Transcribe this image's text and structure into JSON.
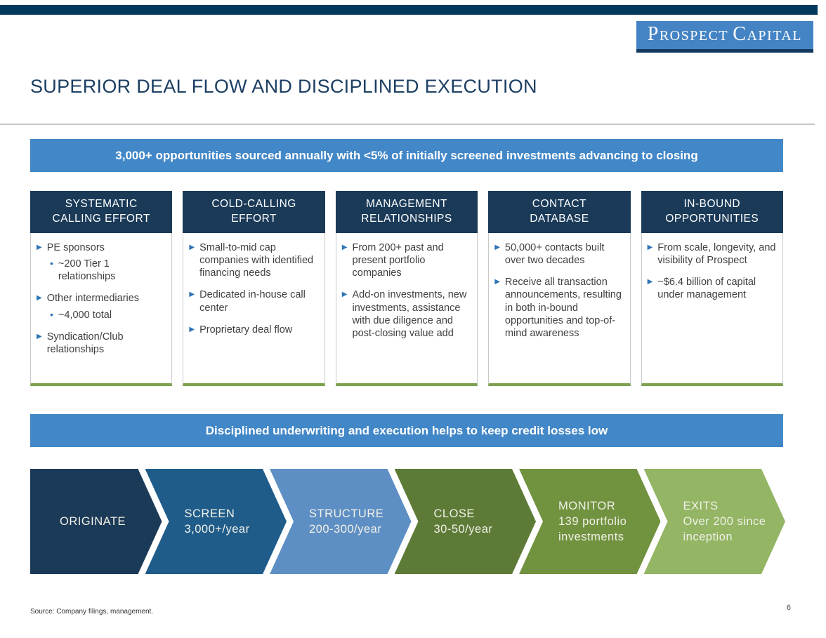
{
  "header": {
    "logo": {
      "p1": "P",
      "r1": "ROSPECT ",
      "p2": "C",
      "r2": "APITAL"
    },
    "title": "SUPERIOR DEAL FLOW AND DISCIPLINED EXECUTION"
  },
  "banners": {
    "top": "3,000+ opportunities sourced annually with <5% of initially screened investments advancing to closing",
    "bottom": "Disciplined underwriting and execution helps to keep credit losses low"
  },
  "columns": [
    {
      "header": "SYSTEMATIC CALLING EFFORT",
      "items": [
        {
          "level": 1,
          "text": "PE sponsors"
        },
        {
          "level": 2,
          "text": "~200 Tier 1 relationships"
        },
        {
          "level": 1,
          "text": "Other intermediaries"
        },
        {
          "level": 2,
          "text": "~4,000 total"
        },
        {
          "level": 1,
          "text": "Syndication/Club relationships"
        }
      ]
    },
    {
      "header": "COLD-CALLING EFFORT",
      "items": [
        {
          "level": 1,
          "text": "Small-to-mid cap companies with identified financing needs"
        },
        {
          "level": 1,
          "text": "Dedicated in-house call center"
        },
        {
          "level": 1,
          "text": "Proprietary deal flow"
        }
      ]
    },
    {
      "header": "MANAGEMENT RELATIONSHIPS",
      "items": [
        {
          "level": 1,
          "text": "From 200+ past and present portfolio companies"
        },
        {
          "level": 1,
          "text": "Add-on investments, new investments, assistance with due diligence and post-closing value add"
        }
      ]
    },
    {
      "header": "CONTACT DATABASE",
      "items": [
        {
          "level": 1,
          "text": "50,000+ contacts built over two decades"
        },
        {
          "level": 1,
          "text": "Receive all transaction announcements, resulting in both in-bound opportunities and top-of-mind awareness"
        }
      ]
    },
    {
      "header": "IN-BOUND OPPORTUNITIES",
      "items": [
        {
          "level": 1,
          "text": "From scale, longevity, and visibility of Prospect"
        },
        {
          "level": 1,
          "text": "~$6.4 billion of capital under management"
        }
      ]
    }
  ],
  "process": [
    {
      "title": "ORIGINATE",
      "subtitle": "",
      "color": "#1b3a57"
    },
    {
      "title": "SCREEN",
      "subtitle": "3,000+/year",
      "color": "#1f5c8a"
    },
    {
      "title": "STRUCTURE",
      "subtitle": "200-300/year",
      "color": "#5e8fc4"
    },
    {
      "title": "CLOSE",
      "subtitle": "30-50/year",
      "color": "#5d7b37"
    },
    {
      "title": "MONITOR",
      "subtitle": "139 portfolio investments",
      "color": "#71923f"
    },
    {
      "title": "EXITS",
      "subtitle": "Over 200 since inception",
      "color": "#93b564"
    }
  ],
  "footer": {
    "source": "Source: Company filings, management.",
    "page": "6"
  },
  "colors": {
    "topbar": "#04395e",
    "logo_bg": "#4484c4",
    "banner": "#4287c7",
    "card_header": "#1a3a58",
    "card_underline": "#7ca14e",
    "bullet": "#2e74b5",
    "title_text": "#1c3f63",
    "body_text": "#3f3f3f"
  }
}
